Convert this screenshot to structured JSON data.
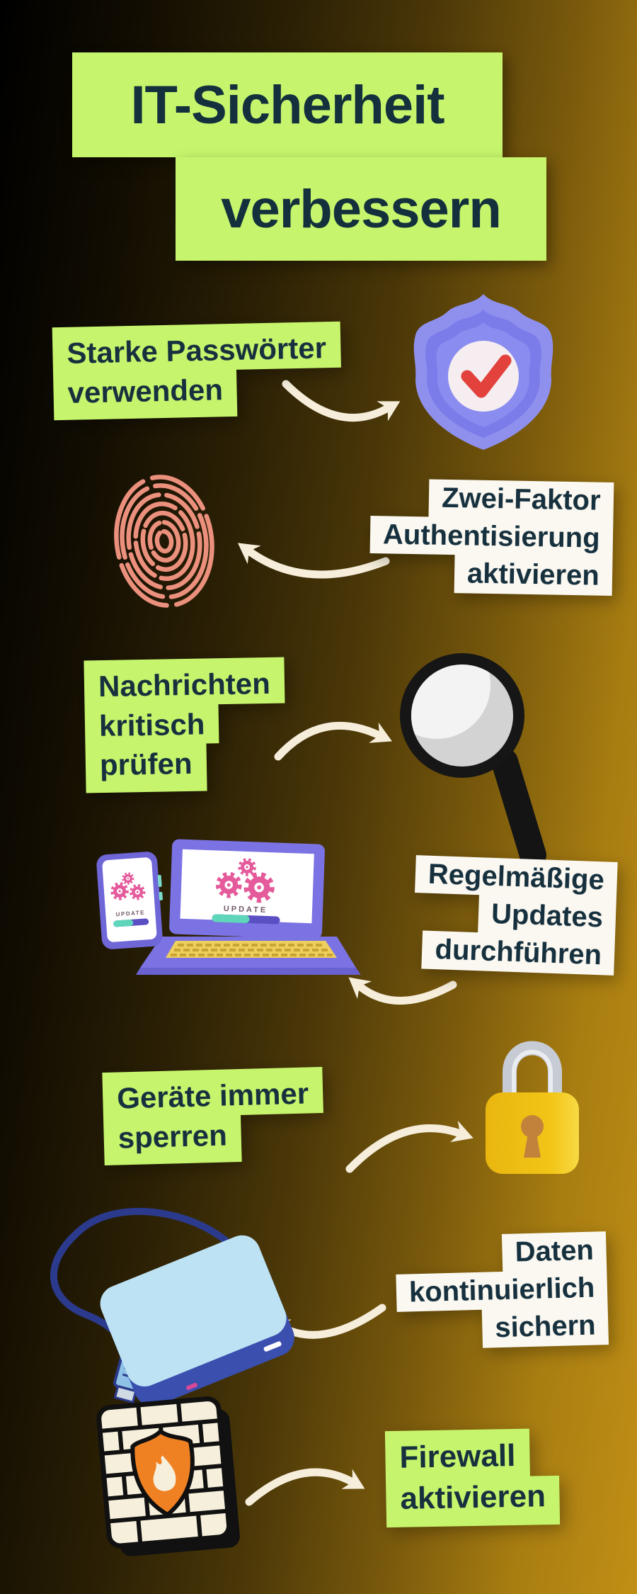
{
  "page": {
    "title_line1": "IT-Sicherheit",
    "title_line2": "verbessern"
  },
  "sections": [
    {
      "label_lines": [
        "Starke Passwörter",
        "verwenden"
      ],
      "box_style": "green",
      "icon": "shield-check-icon"
    },
    {
      "label_lines": [
        "Zwei-Faktor",
        "Authentisierung",
        "aktivieren"
      ],
      "box_style": "white",
      "icon": "fingerprint-icon"
    },
    {
      "label_lines": [
        "Nachrichten",
        "kritisch",
        "prüfen"
      ],
      "box_style": "green",
      "icon": "magnifier-icon"
    },
    {
      "label_lines": [
        "Regelmäßige",
        "Updates",
        "durchführen"
      ],
      "box_style": "white",
      "icon": "devices-update-icon"
    },
    {
      "label_lines": [
        "Geräte immer",
        "sperren"
      ],
      "box_style": "green",
      "icon": "padlock-icon"
    },
    {
      "label_lines": [
        "Daten",
        "kontinuierlich",
        "sichern"
      ],
      "box_style": "white",
      "icon": "harddrive-icon"
    },
    {
      "label_lines": [
        "Firewall",
        "aktivieren"
      ],
      "box_style": "green",
      "icon": "firewall-icon"
    }
  ],
  "devices": {
    "laptop_screen_text": "UPDATE",
    "phone_screen_text": "UPDATE"
  },
  "colors": {
    "background_left": "#000000",
    "background_right": "#c08f15",
    "accent_green": "#c6f56d",
    "box_white": "#fbf8f1",
    "text_dark": "#16303e",
    "arrow_cream": "#f6eedb",
    "shield_purple": "#8f90ee",
    "check_red": "#e2413c",
    "fingerprint_salmon": "#ec907e",
    "gear_pink": "#e45a9b",
    "device_purple": "#7b72e3",
    "keyboard_yellow": "#eecf5e",
    "progress_teal": "#5fd6b9",
    "progress_purple": "#5b4fc4",
    "padlock_yellow": "#f2c517",
    "harddrive_blue_top": "#bde2f4",
    "harddrive_blue_body": "#3a4fae",
    "firewall_brick": "#f6efdb",
    "firewall_orange": "#f08122"
  }
}
